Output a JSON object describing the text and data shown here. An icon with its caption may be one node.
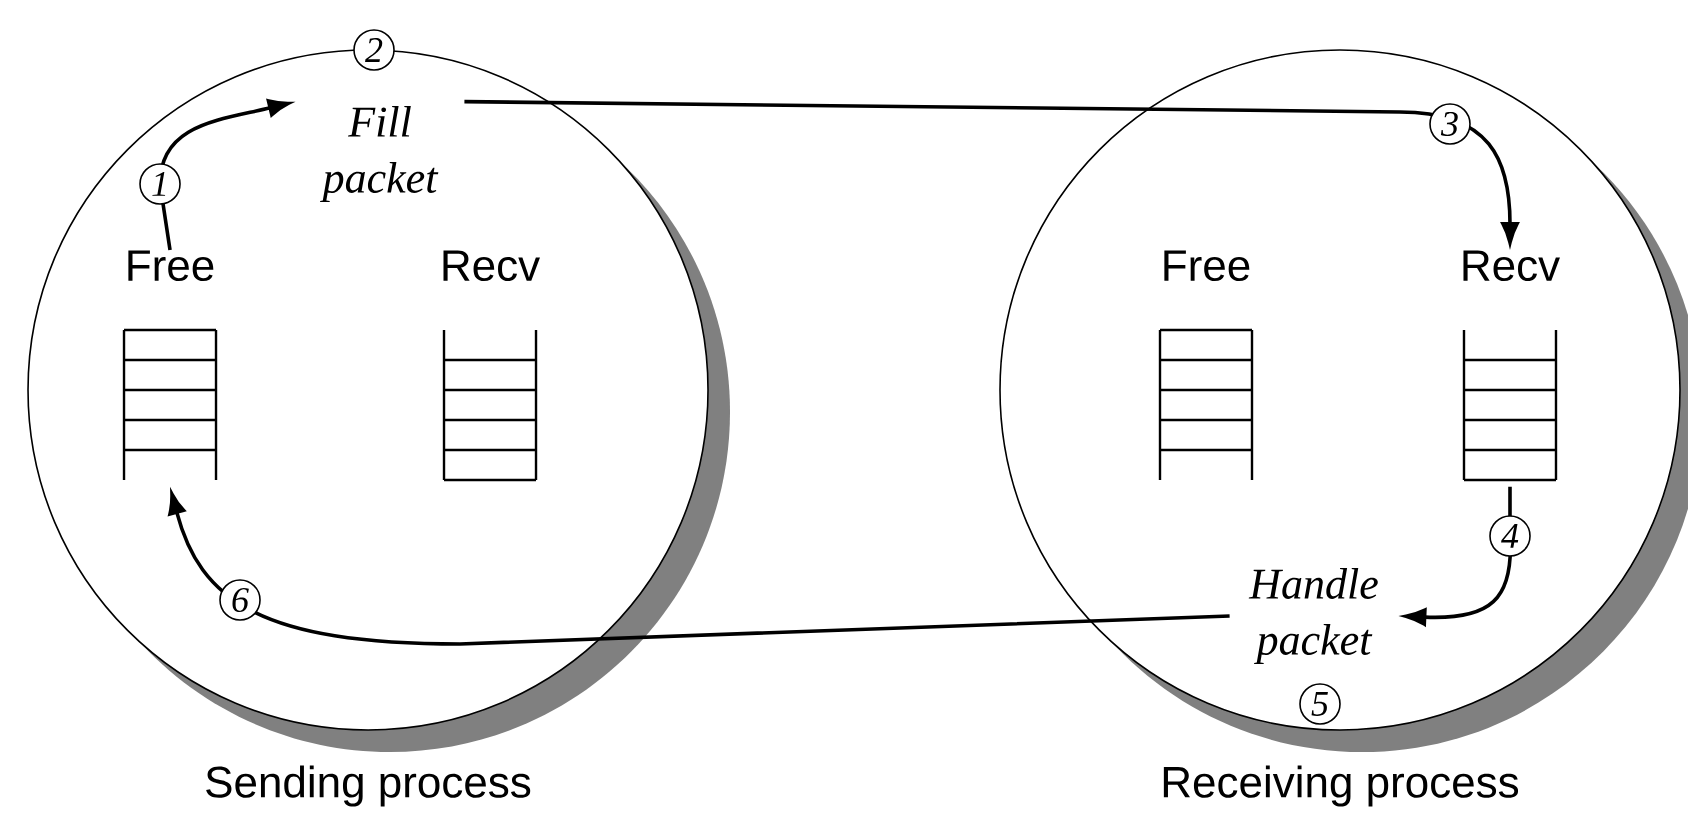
{
  "diagram": {
    "nodes": [
      {
        "text": [
          "Sending process"
        ]
      },
      {
        "text": [
          "Free"
        ],
        "in": 0
      },
      {
        "text": [
          "Recv"
        ],
        "in": 0
      },
      {
        "text": [
          "Fill packet"
        ],
        "in": 0,
        "beside": [
          "2"
        ]
      },
      {
        "text": [
          "Receiving process"
        ]
      },
      {
        "text": [
          "Free"
        ],
        "in": 4
      },
      {
        "text": [
          "Recv"
        ],
        "in": 4
      },
      {
        "text": [
          "Handle packet"
        ],
        "in": 4,
        "beside": [
          "5"
        ]
      }
    ],
    "edges": [
      {
        "from": 1,
        "to": 3,
        "arrow": "to",
        "label": "1"
      },
      {
        "from": 3,
        "to": 6,
        "arrow": "to",
        "label": "3"
      },
      {
        "from": 6,
        "to": 7,
        "arrow": "to",
        "label": "4"
      },
      {
        "from": 7,
        "to": 1,
        "arrow": "to",
        "label": "6"
      }
    ]
  }
}
